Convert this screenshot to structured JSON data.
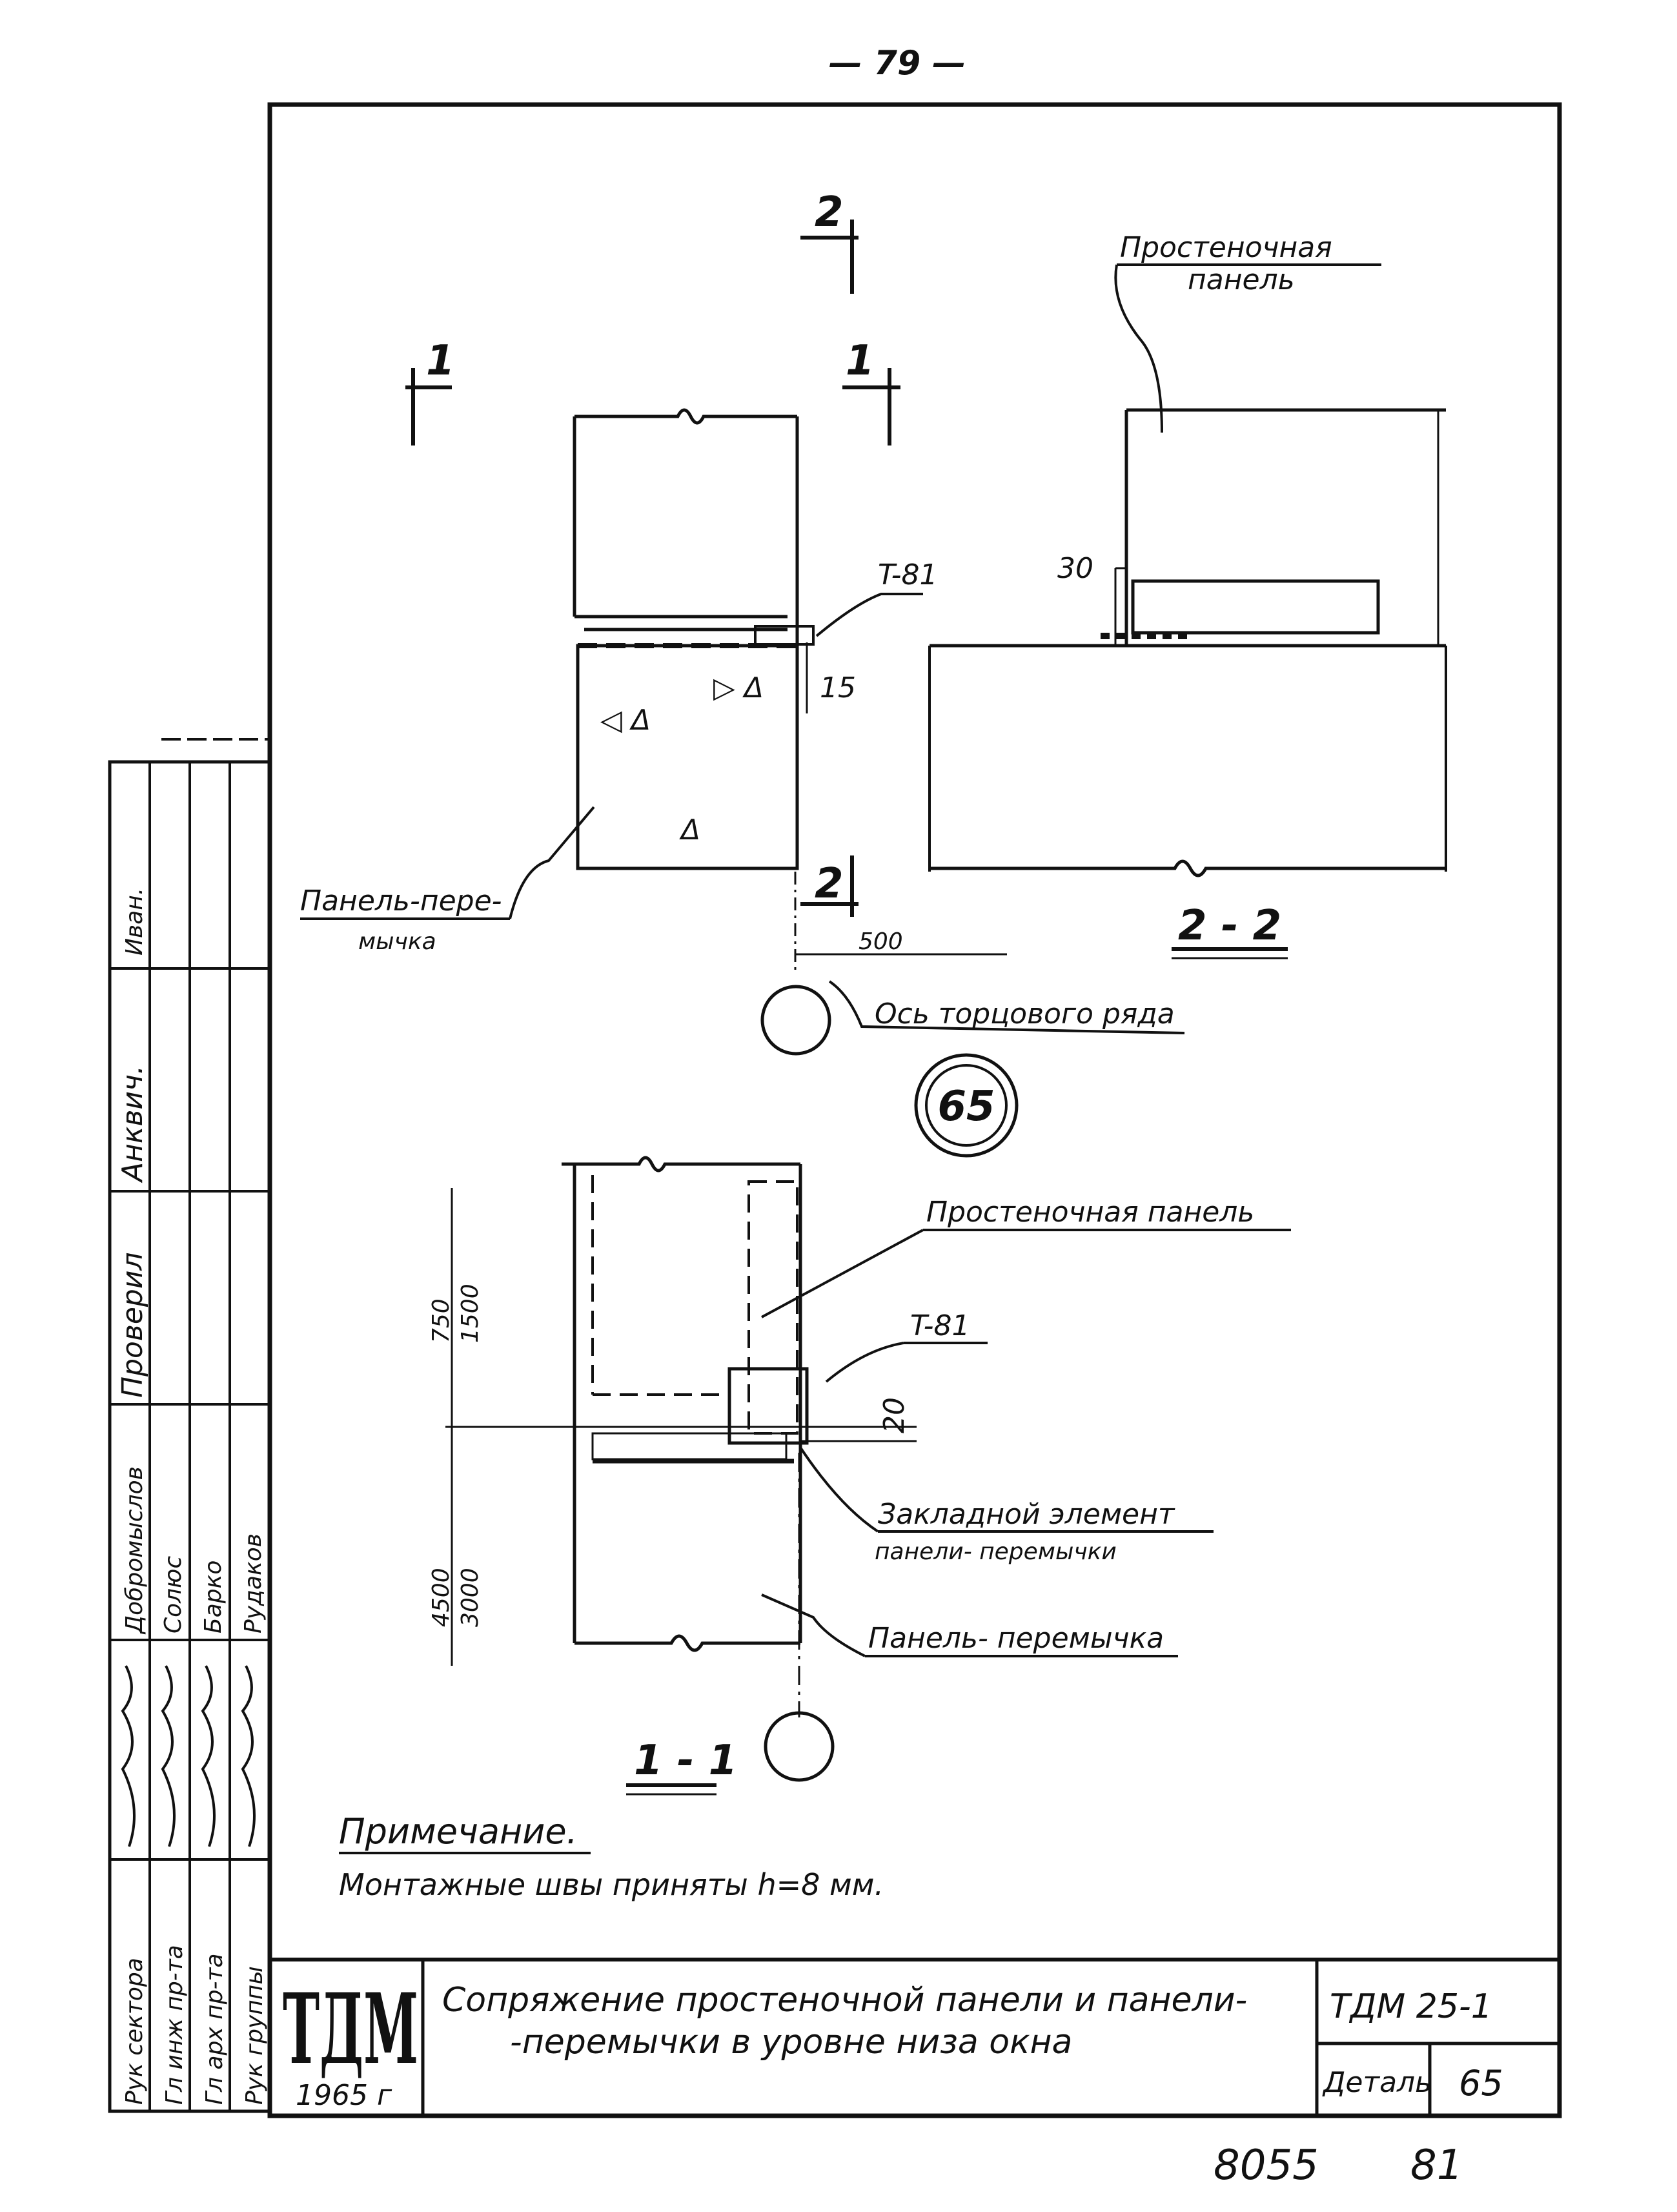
{
  "page": {
    "header": "— 79 —",
    "footer_left": "8055",
    "footer_right": "81"
  },
  "section_marks": {
    "cut1": "1",
    "cut2": "2"
  },
  "plan": {
    "label_panel_lintel": [
      "Панель-пере-",
      "мычка"
    ],
    "label_t81": "T-81",
    "dim_15": "15",
    "dim_500": "500",
    "axis_label": "Ось торцового ряда",
    "detail_number": "65"
  },
  "section_2_2": {
    "title": "2 - 2",
    "label_panel": [
      "Простеночная",
      "панель"
    ],
    "dim_30": "30"
  },
  "section_1_1": {
    "title": "1 - 1",
    "label_panel": "Простеночная панель",
    "label_t81": "T-81",
    "label_embedded": "Закладной элемент",
    "label_embedded_sub": "панели- перемычки",
    "label_lintel": "Панель- перемычка",
    "dim_20": "20",
    "dim_750": "750",
    "dim_1500": "1500",
    "dim_4500": "4500",
    "dim_3000": "3000"
  },
  "note": {
    "title": "Примечание.",
    "text": "Монтажные швы приняты h=8 мм."
  },
  "stamp": {
    "logo": "ТДМ",
    "year": "1965 г",
    "title_line1": "Сопряжение простеночной панели и панели-",
    "title_line2": "-перемычки в уровне низа окна",
    "code": "ТДМ 25-1",
    "detail_label": "Деталь",
    "detail_number": "65"
  },
  "side_stamp": {
    "roles": [
      "Рук сектора",
      "Гл инж пр-та",
      "Гл арх пр-та",
      "Рук группы"
    ],
    "names": [
      "Добромыслов",
      "Солюс",
      "Барко",
      "Рудаков"
    ],
    "approvals": [
      "Иван.",
      "Анквич.",
      "Проверил"
    ]
  }
}
